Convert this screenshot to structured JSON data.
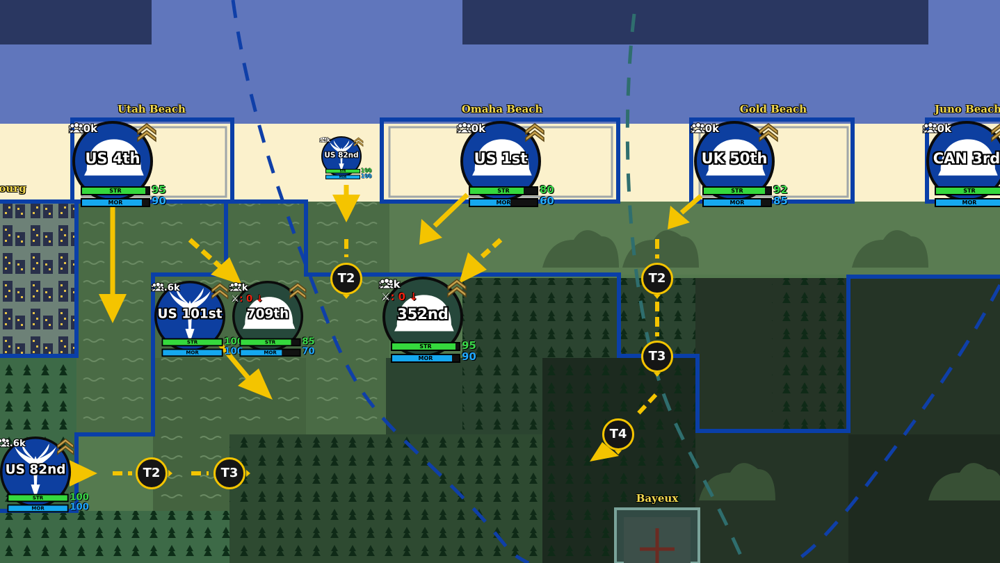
{
  "colors": {
    "sea": "#6076bc",
    "sea_dark": "#2a3761",
    "beach": "#fbf1cc",
    "allied_front": "#0a3fa8",
    "move_arrow": "#f4c400",
    "allied_disc": "#0d3fa0",
    "axis_disc": "#26483b",
    "str_bar": "#35d93d",
    "mor_bar": "#15a8ef",
    "place_label": "#f2d94e"
  },
  "places": [
    {
      "id": "utah",
      "label": "Utah Beach"
    },
    {
      "id": "omaha",
      "label": "Omaha Beach"
    },
    {
      "id": "gold",
      "label": "Gold Beach"
    },
    {
      "id": "juno",
      "label": "Juno Beach"
    },
    {
      "id": "cherbourg",
      "label": "ourg"
    },
    {
      "id": "bayeux",
      "label": "Bayeux"
    }
  ],
  "units": {
    "us4th": {
      "name": "US 4th",
      "troops": ": 10k",
      "side": "allied",
      "icon": "helmet-icon",
      "str": 95,
      "mor": 90,
      "str_label": "STR",
      "mor_label": "MOR"
    },
    "us82nd_small": {
      "name": "US 82nd",
      "troops": ": 5k",
      "side": "allied",
      "icon": "eagle-icon",
      "str": 100,
      "mor": 100,
      "str_label": "STR",
      "mor_label": "MOR"
    },
    "us1st": {
      "name": "US 1st",
      "troops": ": 10k",
      "side": "allied",
      "icon": "helmet-icon",
      "str": 80,
      "mor": 60,
      "str_label": "STR",
      "mor_label": "MOR"
    },
    "uk50th": {
      "name": "UK 50th",
      "troops": ": 10k",
      "side": "allied",
      "icon": "helmet-icon",
      "str": 92,
      "mor": 85,
      "str_label": "STR",
      "mor_label": "MOR"
    },
    "can3rd": {
      "name": "CAN 3rd",
      "troops": ": 10k",
      "side": "allied",
      "icon": "helmet-icon",
      "str": "",
      "mor": "",
      "str_label": "STR",
      "mor_label": "MOR"
    },
    "us101st": {
      "name": "US 101st",
      "troops": ": 6.6k",
      "side": "allied",
      "icon": "eagle-icon",
      "str": 100,
      "mor": 100,
      "str_label": "STR",
      "mor_label": "MOR"
    },
    "g709th": {
      "name": "709th",
      "troops": ": 7k",
      "attack": ": 0",
      "side": "axis",
      "icon": "helmet-icon",
      "str": 85,
      "mor": 70,
      "str_label": "STR",
      "mor_label": "MOR"
    },
    "g352nd": {
      "name": "352nd",
      "troops": ": 9k",
      "attack": ": 0",
      "side": "axis",
      "icon": "helmet-icon",
      "str": 95,
      "mor": 90,
      "str_label": "STR",
      "mor_label": "MOR"
    },
    "us82nd": {
      "name": "US 82nd",
      "troops": ": 6.6k",
      "side": "allied",
      "icon": "eagle-icon",
      "str": 100,
      "mor": 100,
      "str_label": "STR",
      "mor_label": "MOR"
    }
  },
  "turn_markers": {
    "t2_us2nd": "T2",
    "t2_gold": "T2",
    "t3_gold": "T3",
    "t4_gold": "T4",
    "t2_us82nd": "T2",
    "t3_us82nd": "T3"
  }
}
